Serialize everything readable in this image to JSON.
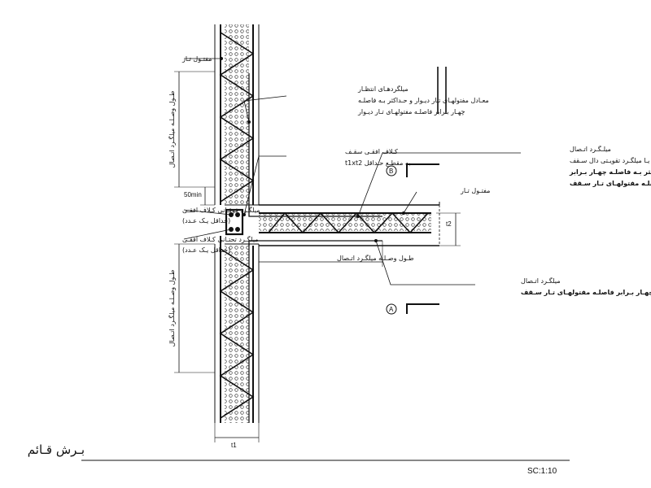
{
  "labels": {
    "wall_mesh": "مفتـول تـار",
    "wait_bars_l1": "میلگردهـای انتظـار",
    "wait_bars_l2": "معـادل مفتولهـای تـار دیـوار و حـداکثر بـه فاصلـه",
    "wait_bars_l3": "چهـار بـرابر فاصلـه مفتولهـای تـار دیـوار",
    "beam_l1": "کـلاف افقـی سقـف",
    "beam_l2": "به مقطـع حـداقل t1xt2",
    "conn_b_l1": "میلـگـرد اتـصال",
    "conn_b_l2": "یـا میلگـرد تقویـتی دال سـقف",
    "conn_b_l3": "حـداکثر بـه فاصلـه چهـار بـرابر",
    "conn_b_l4": "فاصلـه مفتولهـای تـار سـقف",
    "slab_mesh": "مفتـول تـار",
    "top_bar_l1": "میلگـرد فوقـانی کـلاف افقـی",
    "top_bar_l2": "(حداقل یـک عـدد)",
    "bot_bar_l1": "میلگـرد تحتـانی کـلاف افقـی",
    "bot_bar_l2": "(حداقل یـک عـدد)",
    "lap_horizontal": "طـول وصـلـه میلگـرد اتـصال",
    "conn_a_l1": "میلگـرد اتـصال",
    "conn_a_l2": "حـداکثر بـه فاصلـه چهـار بـرابر فاصلـه مفتولهـای تـار سـقف",
    "lap_vertical_upper": "طـول وصـلـه میلگـرد اتـصال",
    "lap_vertical_lower": "طـول وصـلـه میلگـرد اتـصال"
  },
  "markers": {
    "a": "A",
    "b": "B"
  },
  "dimensions": {
    "min50": "50min",
    "t1": "t1",
    "t2": "t2"
  },
  "title": "بـرش قـائم",
  "scale": "SC:1:10"
}
